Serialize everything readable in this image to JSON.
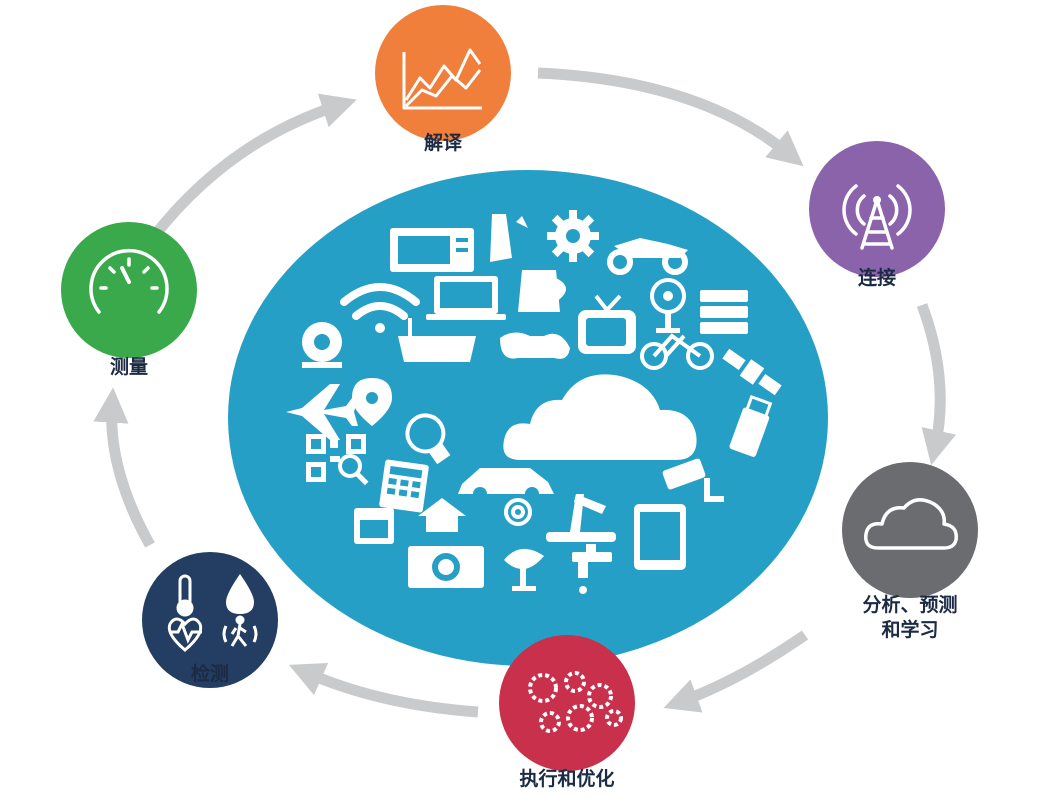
{
  "diagram": {
    "nodes": [
      {
        "id": "interpret",
        "label": "解译",
        "color": "#ef7f3a",
        "icon": "line-chart-icon"
      },
      {
        "id": "connect",
        "label": "连接",
        "color": "#8a63aa",
        "icon": "antenna-tower-icon"
      },
      {
        "id": "analyze",
        "label_line1": "分析、预测",
        "label_line2": "和学习",
        "color": "#6b6c70",
        "icon": "cloud-icon"
      },
      {
        "id": "execute",
        "label": "执行和优化",
        "color": "#c8304c",
        "icon": "gears-icon"
      },
      {
        "id": "detect",
        "label": "检测",
        "color": "#243d63",
        "icon": "sensors-icon"
      },
      {
        "id": "measure",
        "label": "测量",
        "color": "#3aa94b",
        "icon": "gauge-icon"
      }
    ],
    "center": {
      "color": "#259fc5",
      "icons": [
        "microwave-icon",
        "iron-icon",
        "gear-icon",
        "motorcycle-icon",
        "wifi-icon",
        "laptop-icon",
        "kettle-icon",
        "fan-icon",
        "server-icon",
        "webcam-icon",
        "bathtub-icon",
        "gamepad-icon",
        "tv-icon",
        "bicycle-icon",
        "satellite-icon",
        "airplane-icon",
        "location-pin-icon",
        "cloud-icon",
        "usb-drive-icon",
        "qr-code-icon",
        "light-bulb-icon",
        "calculator-icon",
        "car-icon",
        "security-camera-icon",
        "oven-icon",
        "house-icon",
        "at-sign-icon",
        "robot-arm-icon",
        "tablet-icon",
        "camera-icon",
        "satellite-dish-icon",
        "faucet-icon"
      ]
    },
    "arrow_color": "#c8cacc"
  }
}
